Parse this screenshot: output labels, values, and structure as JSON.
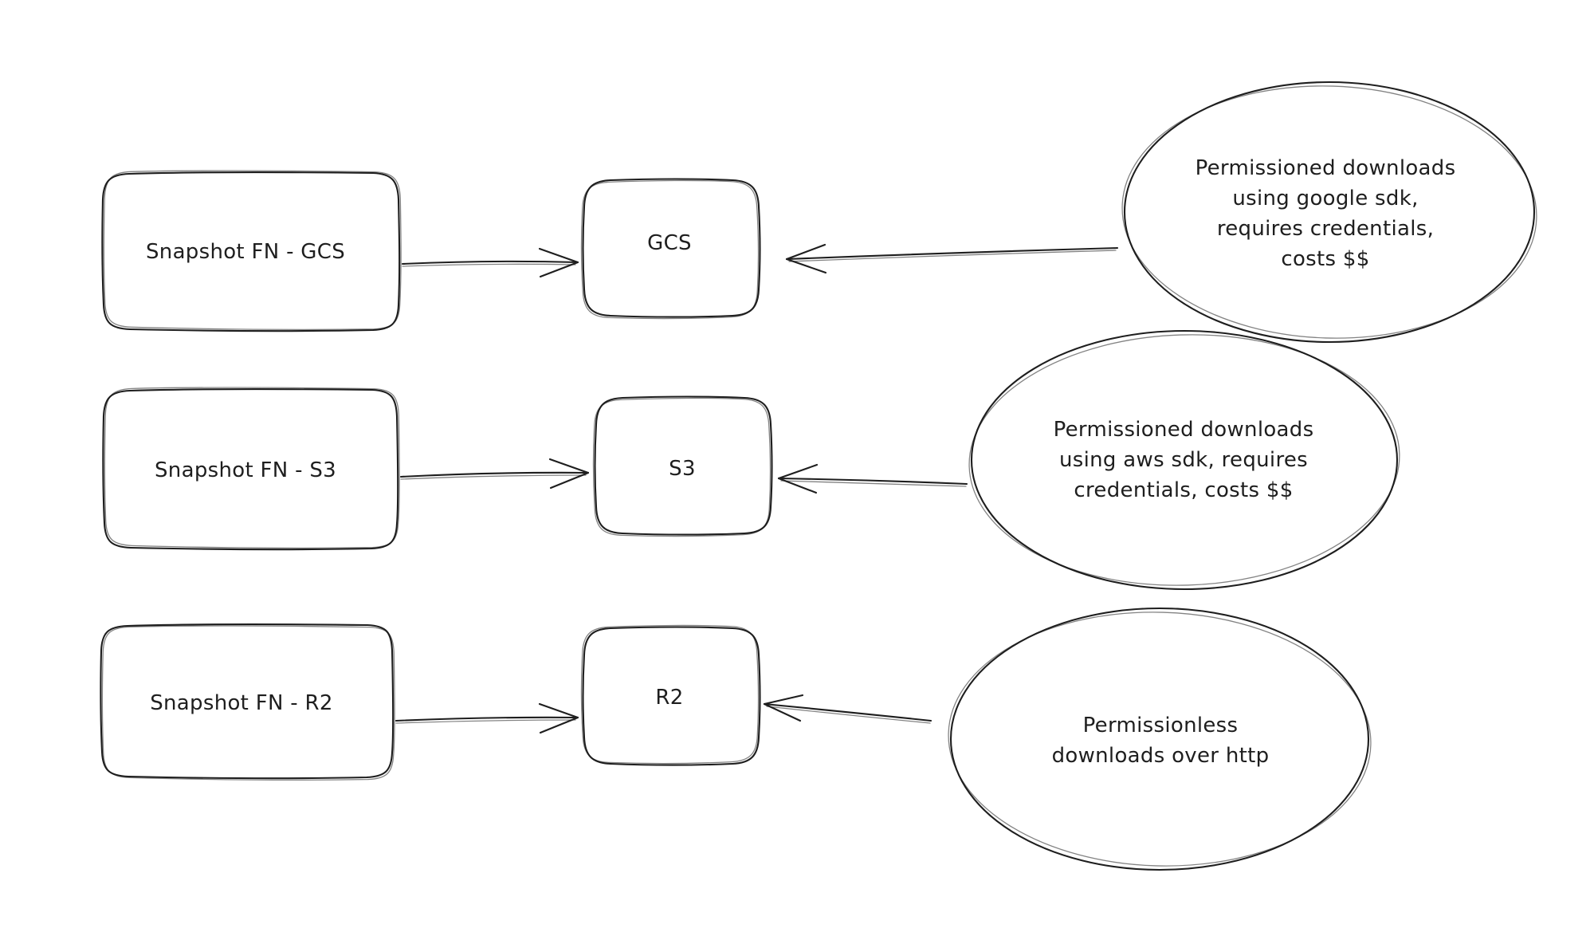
{
  "canvas": {
    "background": "#ffffff",
    "stroke_color": "#1e1e1e",
    "text_color": "#1e1e1e",
    "style": "hand-drawn-sketch"
  },
  "rows": [
    {
      "source": {
        "label": "Snapshot FN - GCS"
      },
      "target": {
        "label": "GCS"
      },
      "note": {
        "lines": [
          "Permissioned downloads",
          "using google sdk,",
          "requires credentials,",
          "costs $$"
        ],
        "text": "Permissioned downloads using google sdk, requires credentials, costs $$"
      }
    },
    {
      "source": {
        "label": "Snapshot FN - S3"
      },
      "target": {
        "label": "S3"
      },
      "note": {
        "lines": [
          "Permissioned downloads",
          "using aws sdk, requires",
          "credentials, costs $$"
        ],
        "text": "Permissioned downloads using aws sdk, requires credentials, costs $$"
      }
    },
    {
      "source": {
        "label": "Snapshot FN - R2"
      },
      "target": {
        "label": "R2"
      },
      "note": {
        "lines": [
          "Permissionless",
          "downloads over http"
        ],
        "text": "Permissionless downloads over http"
      }
    }
  ]
}
